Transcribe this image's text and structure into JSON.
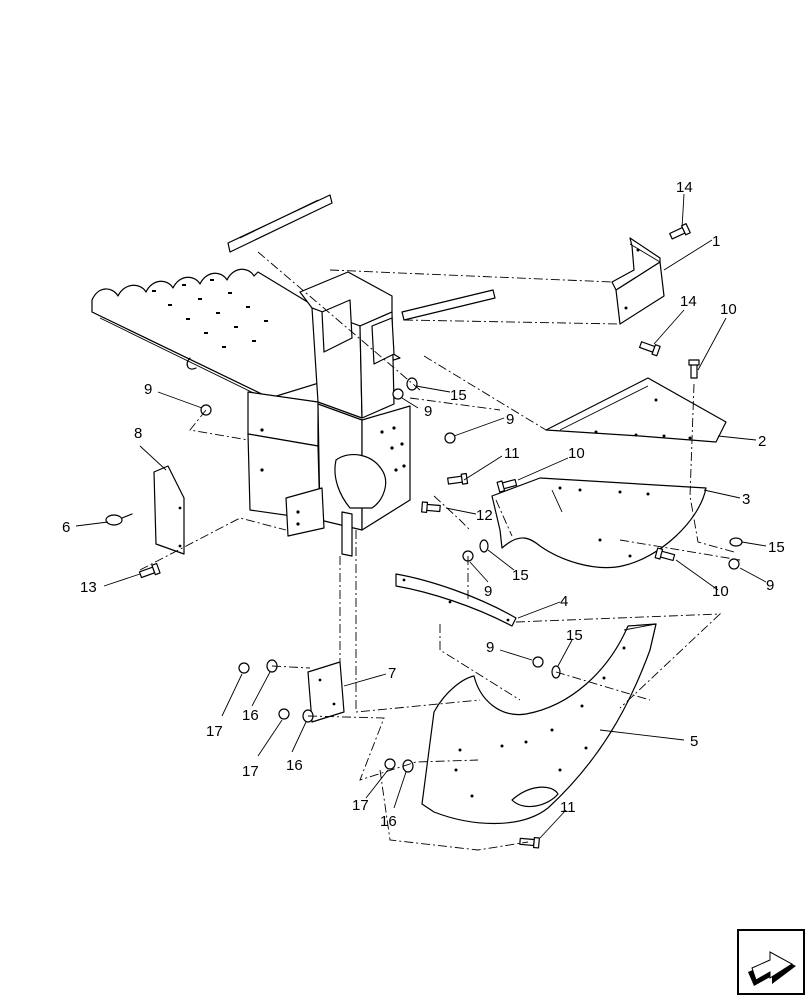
{
  "callouts": [
    {
      "id": "c14a",
      "label": "14"
    },
    {
      "id": "c1",
      "label": "1"
    },
    {
      "id": "c14b",
      "label": "14"
    },
    {
      "id": "c10a",
      "label": "10"
    },
    {
      "id": "c9a",
      "label": "9"
    },
    {
      "id": "c15a",
      "label": "15"
    },
    {
      "id": "c9b",
      "label": "9"
    },
    {
      "id": "c2",
      "label": "2"
    },
    {
      "id": "c9c",
      "label": "9"
    },
    {
      "id": "c8",
      "label": "8"
    },
    {
      "id": "c11a",
      "label": "11"
    },
    {
      "id": "c10b",
      "label": "10"
    },
    {
      "id": "c3",
      "label": "3"
    },
    {
      "id": "c6",
      "label": "6"
    },
    {
      "id": "c12",
      "label": "12"
    },
    {
      "id": "c15b",
      "label": "15"
    },
    {
      "id": "c13",
      "label": "13"
    },
    {
      "id": "c15c",
      "label": "15"
    },
    {
      "id": "c9d",
      "label": "9"
    },
    {
      "id": "c10c",
      "label": "10"
    },
    {
      "id": "c9e",
      "label": "9"
    },
    {
      "id": "c4",
      "label": "4"
    },
    {
      "id": "c9f",
      "label": "9"
    },
    {
      "id": "c15d",
      "label": "15"
    },
    {
      "id": "c7",
      "label": "7"
    },
    {
      "id": "c17a",
      "label": "17"
    },
    {
      "id": "c16a",
      "label": "16"
    },
    {
      "id": "c5",
      "label": "5"
    },
    {
      "id": "c17b",
      "label": "17"
    },
    {
      "id": "c16b",
      "label": "16"
    },
    {
      "id": "c17c",
      "label": "17"
    },
    {
      "id": "c16c",
      "label": "16"
    },
    {
      "id": "c11b",
      "label": "11"
    }
  ],
  "navigation": {
    "icon": "next-page-arrow-icon"
  }
}
